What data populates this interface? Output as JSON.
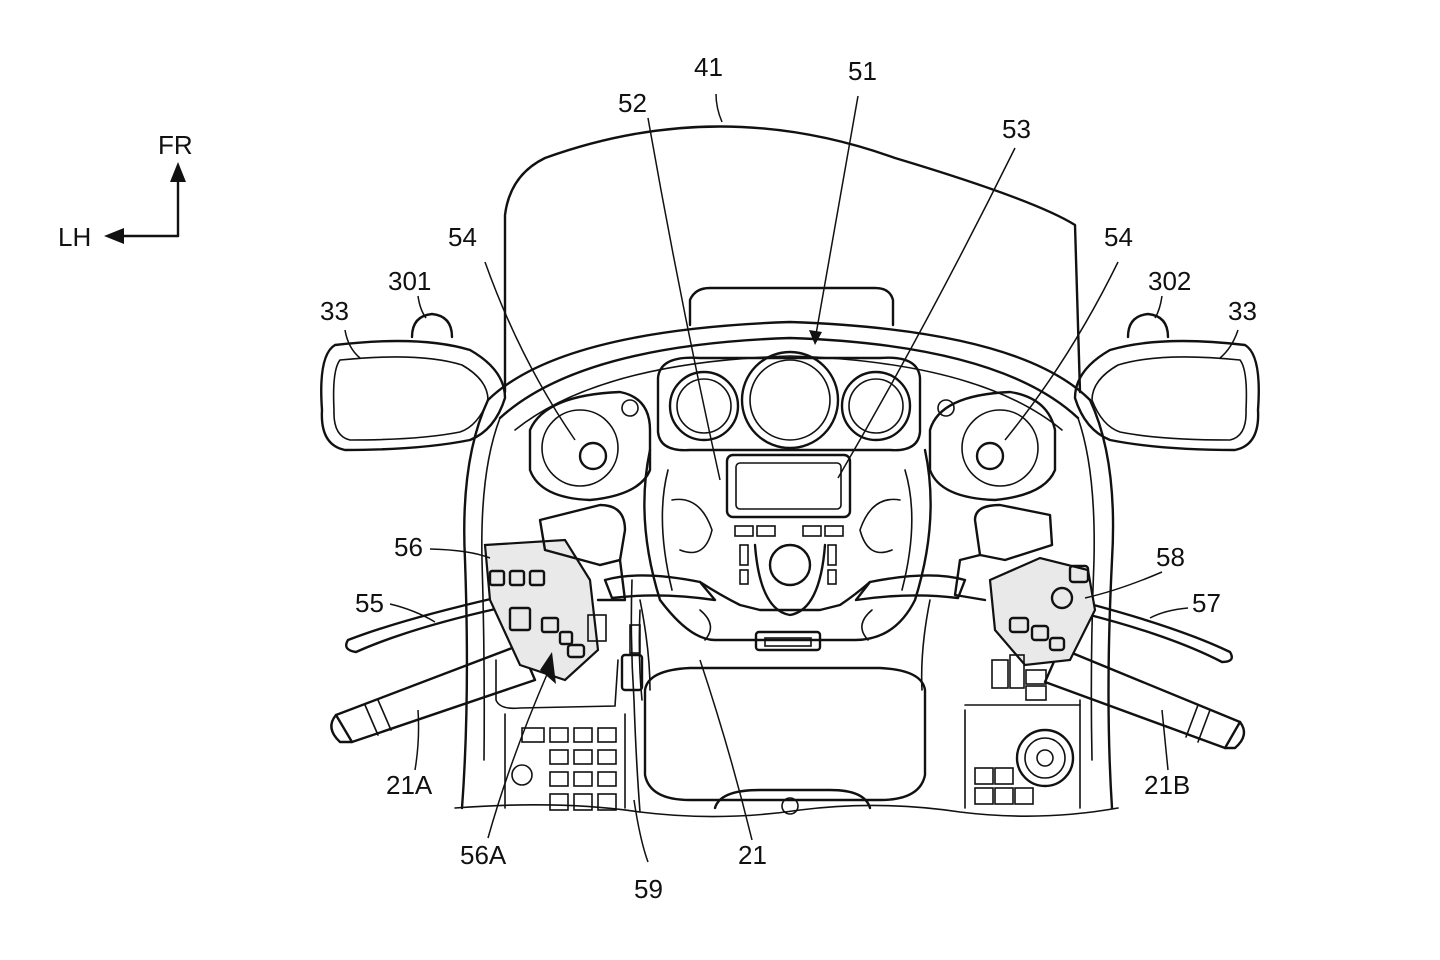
{
  "orientation": {
    "front": "FR",
    "left": "LH"
  },
  "labels": {
    "windshield": "41",
    "meter_panel": "51",
    "center_panel": "52",
    "display": "53",
    "speaker_left": "54",
    "speaker_right": "54",
    "mirror_left": "33",
    "mirror_right": "33",
    "mirror_light_left": "301",
    "mirror_light_right": "302",
    "left_switch_box": "56",
    "left_switch_button": "56A",
    "left_lever": "55",
    "right_switch_box": "58",
    "right_lever": "57",
    "handlebar": "21",
    "left_grip": "21A",
    "right_grip": "21B",
    "harness": "59"
  }
}
